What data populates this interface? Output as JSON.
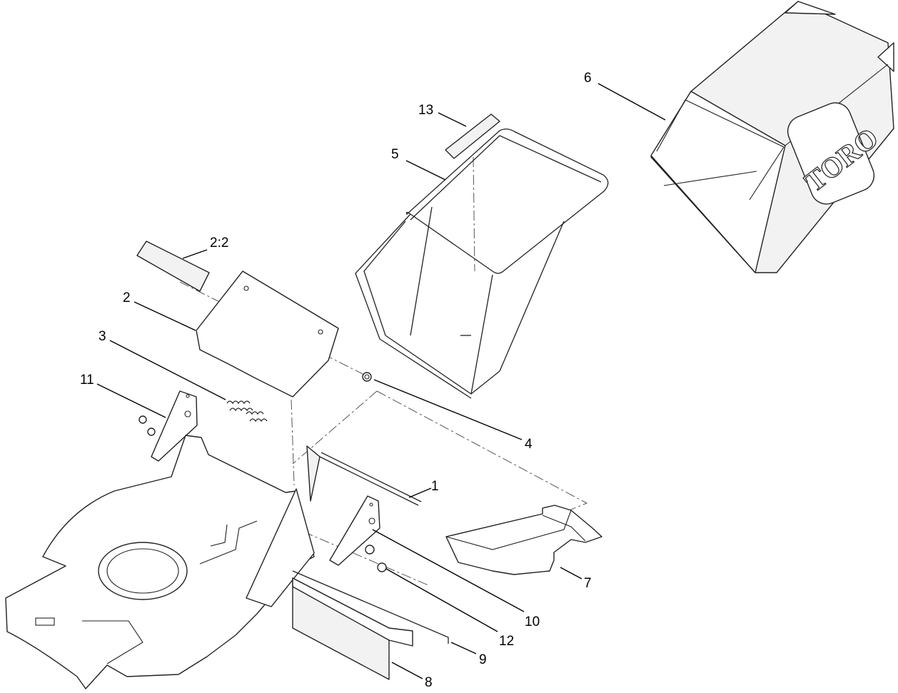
{
  "callouts": {
    "c1": "1",
    "c2": "2",
    "c2_2": "2:2",
    "c3": "3",
    "c4": "4",
    "c5": "5",
    "c6": "6",
    "c7": "7",
    "c8": "8",
    "c9": "9",
    "c10": "10",
    "c11": "11",
    "c12": "12",
    "c13": "13"
  },
  "bag_logo": "TORO"
}
